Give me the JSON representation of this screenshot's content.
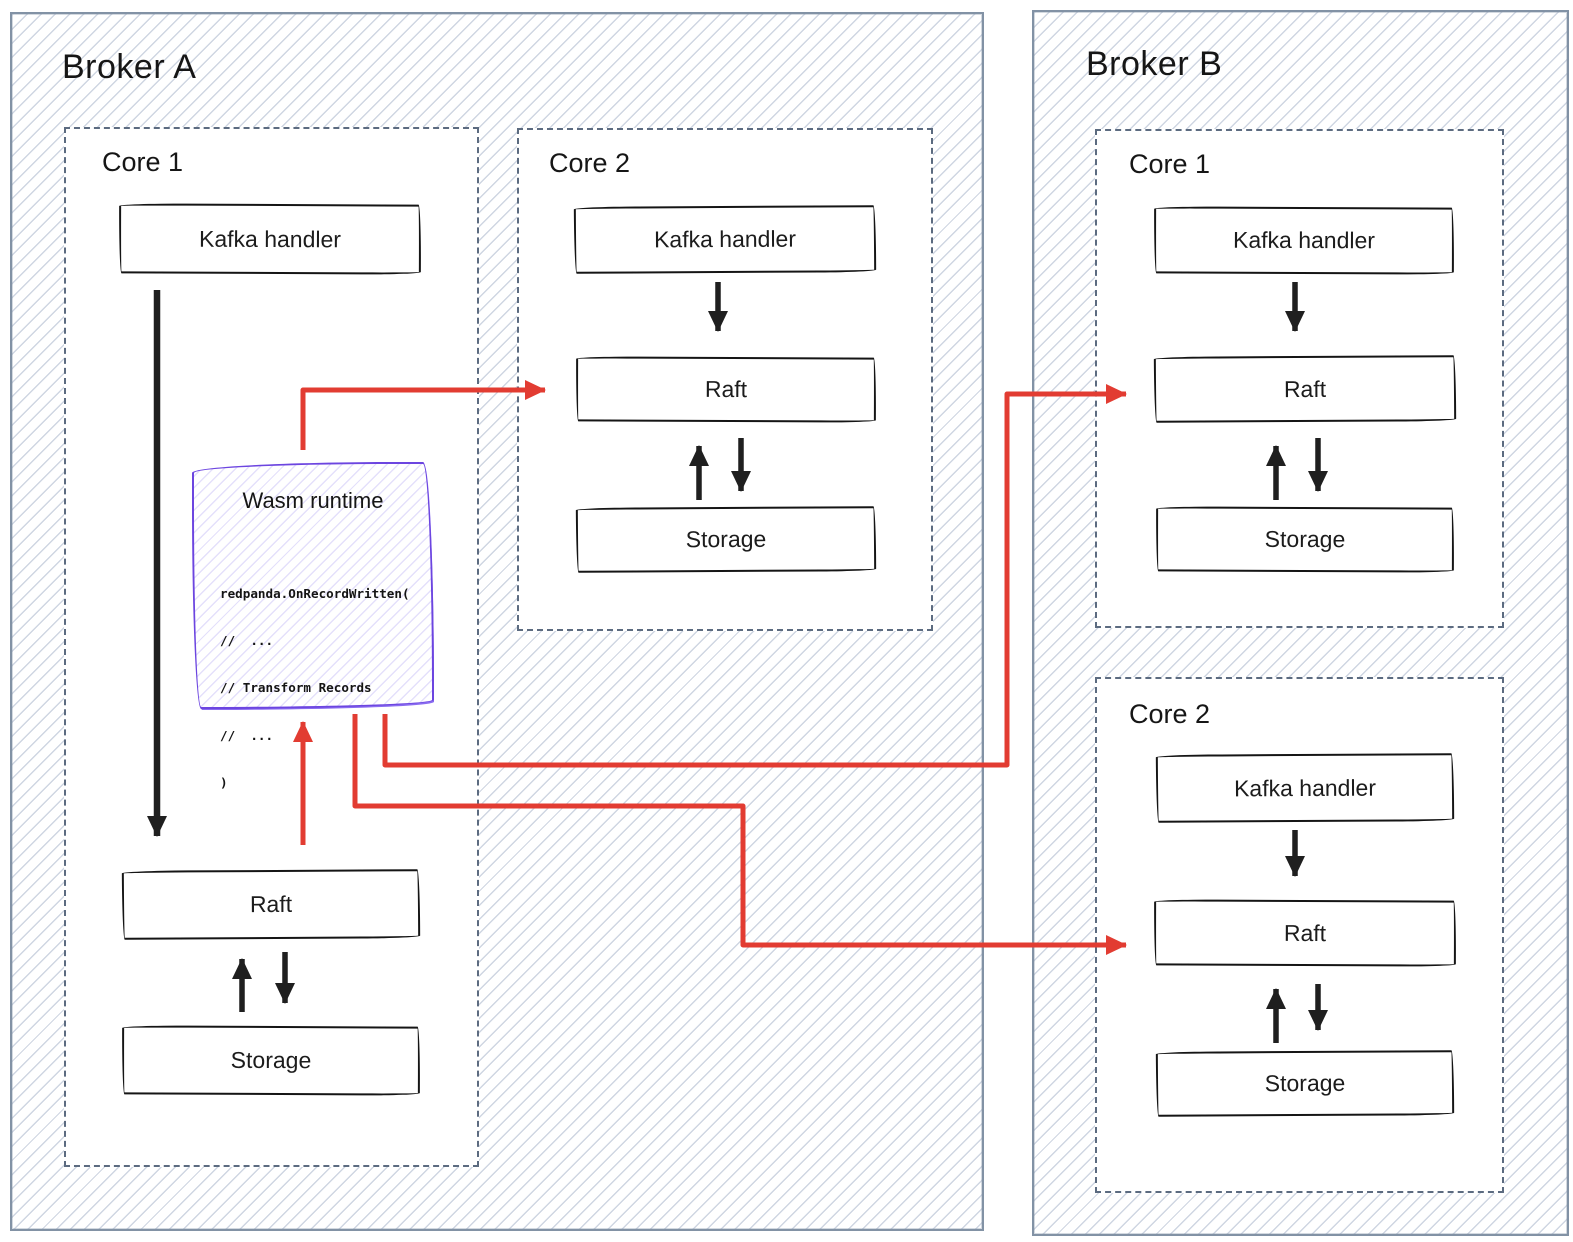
{
  "broker_a": {
    "title": "Broker A",
    "core1": {
      "title": "Core 1",
      "kafka_label": "Kafka handler",
      "raft_label": "Raft",
      "storage_label": "Storage",
      "wasm": {
        "title": "Wasm runtime",
        "code_line1": "redpanda.OnRecordWritten(",
        "code_line2": "//  ...",
        "code_line3": "// Transform Records",
        "code_line4": "//  ...",
        "code_line5": ")"
      }
    },
    "core2": {
      "title": "Core 2",
      "kafka_label": "Kafka handler",
      "raft_label": "Raft",
      "storage_label": "Storage"
    }
  },
  "broker_b": {
    "title": "Broker B",
    "core1": {
      "title": "Core 1",
      "kafka_label": "Kafka handler",
      "raft_label": "Raft",
      "storage_label": "Storage"
    },
    "core2": {
      "title": "Core 2",
      "kafka_label": "Kafka handler",
      "raft_label": "Raft",
      "storage_label": "Storage"
    }
  },
  "colors": {
    "arrow_red": "#e23c32",
    "arrow_black": "#1f1f1f",
    "wasm_purple": "#6c45e0",
    "broker_border": "#8292a5",
    "core_dashed_border": "#5c6b80",
    "hatch_line": "#cfd6e2"
  }
}
